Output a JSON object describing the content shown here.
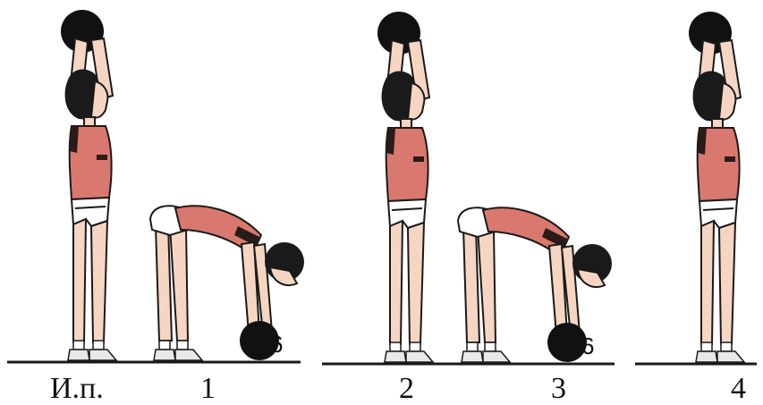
{
  "positions": [
    {
      "label": "И.п.",
      "pose": "standing-arms-up"
    },
    {
      "label": "1",
      "pose": "bent-over-ball-floor",
      "ball_weight": "6"
    },
    {
      "label": "2",
      "pose": "standing-arms-up"
    },
    {
      "label": "3",
      "pose": "bent-over-ball-floor",
      "ball_weight": "6"
    },
    {
      "label": "4",
      "pose": "standing-arms-up"
    }
  ],
  "colors": {
    "skin": "#f6d6c2",
    "shirt": "#d9786e",
    "shirt_dark": "#2a1b19",
    "hair": "#1a1a1a",
    "ball": "#111111",
    "ground": "#1a1a1a",
    "outline": "#1a1a1a"
  }
}
